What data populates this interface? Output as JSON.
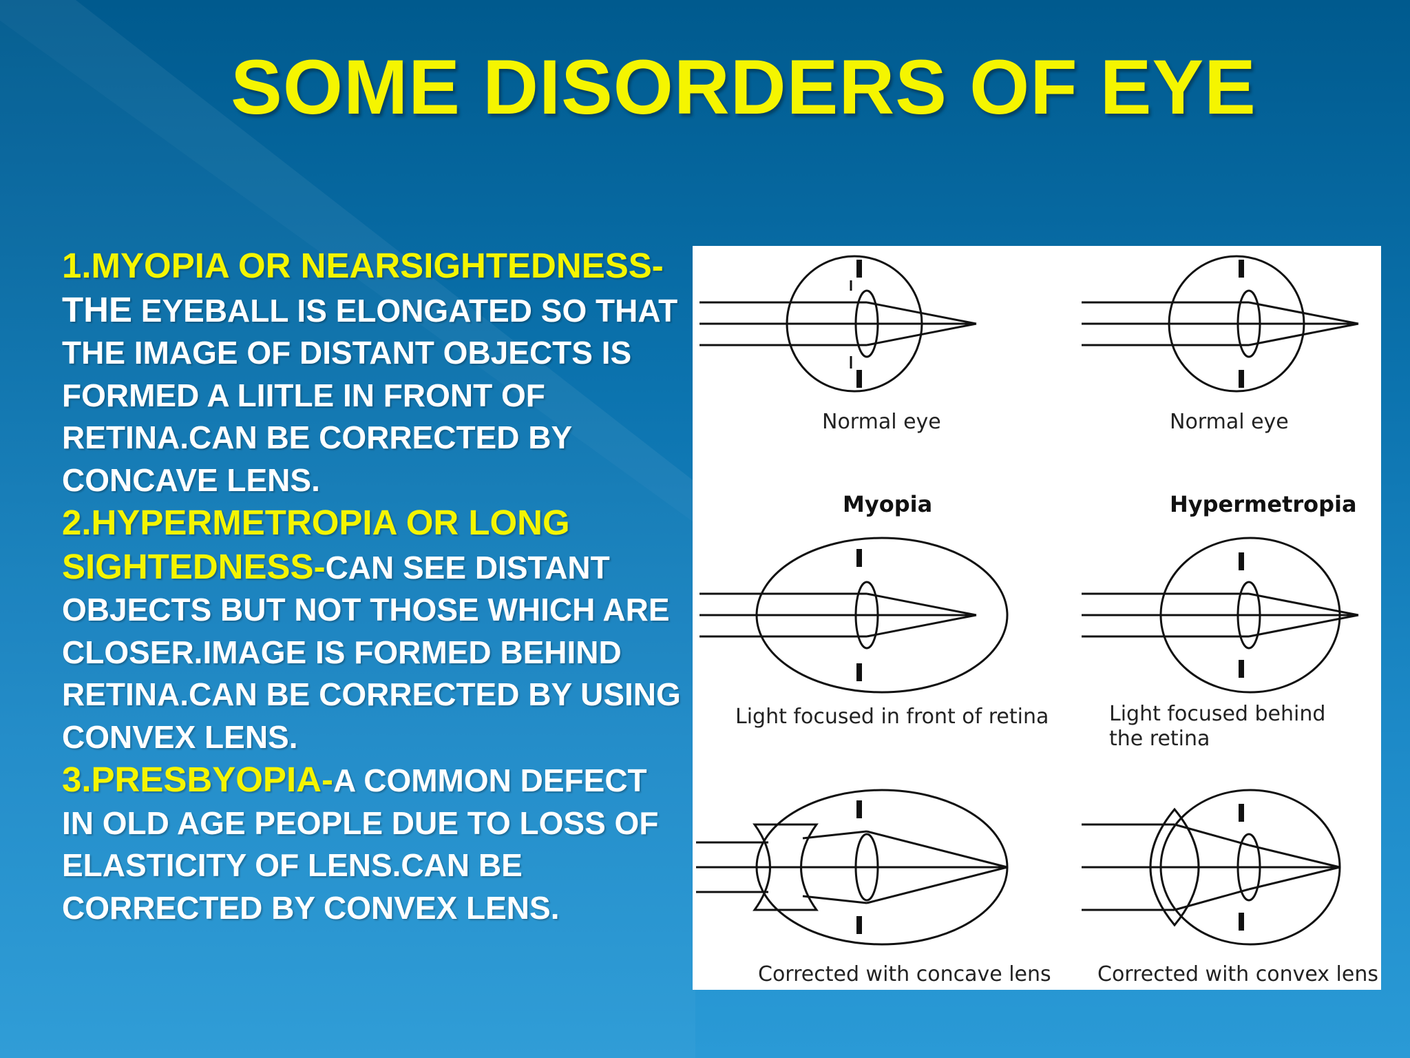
{
  "title": "SOME DISORDERS OF EYE",
  "items": [
    {
      "heading": "1.MYOPIA OR NEARSIGHTEDNESS-",
      "lead": "THE",
      "body": "EYEBALL IS ELONGATED SO THAT THE IMAGE OF DISTANT OBJECTS IS FORMED A LIITLE IN FRONT OF RETINA.CAN BE CORRECTED BY CONCAVE LENS."
    },
    {
      "heading": "2.HYPERMETROPIA OR LONG SIGHTEDNESS-",
      "body": "CAN SEE DISTANT OBJECTS BUT NOT  THOSE WHICH ARE CLOSER.IMAGE IS FORMED BEHIND RETINA.CAN BE CORRECTED BY USING CONVEX LENS."
    },
    {
      "heading": "3.PRESBYOPIA-",
      "body": "A COMMON DEFECT IN OLD AGE PEOPLE DUE TO LOSS OF ELASTICITY OF LENS.CAN BE CORRECTED BY CONVEX LENS."
    }
  ],
  "figure": {
    "myopia": {
      "normal": "Normal eye",
      "name": "Myopia",
      "defect": "Light focused in front of retina",
      "corrected": "Corrected with concave lens"
    },
    "hypermetropia": {
      "normal": "Normal eye",
      "name": "Hypermetropia",
      "defect_line1": "Light focused behind",
      "defect_line2": "the retina",
      "corrected": "Corrected with convex lens"
    }
  },
  "colors": {
    "title": "#f5f500",
    "heading": "#f5f500",
    "text": "#ffffff",
    "background": "#0b72ad"
  }
}
